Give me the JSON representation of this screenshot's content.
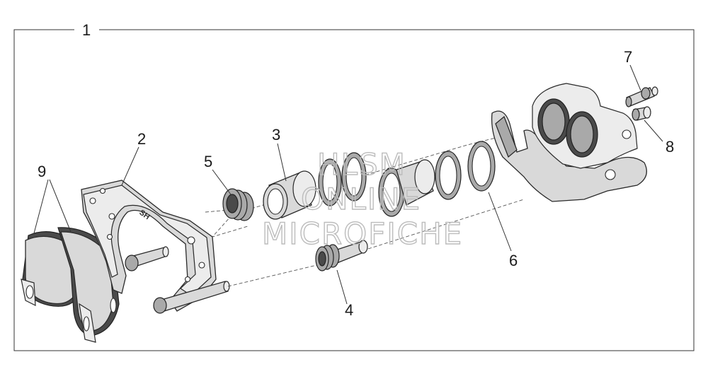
{
  "callouts": {
    "c1": "1",
    "c2": "2",
    "c3": "3",
    "c4": "4",
    "c5": "5",
    "c6": "6",
    "c7": "7",
    "c8": "8",
    "c9": "9"
  },
  "watermark": {
    "line1": "HLSM",
    "line2": "ONLINE",
    "line3": "MICROFICHE"
  },
  "plate_marking": "SH"
}
